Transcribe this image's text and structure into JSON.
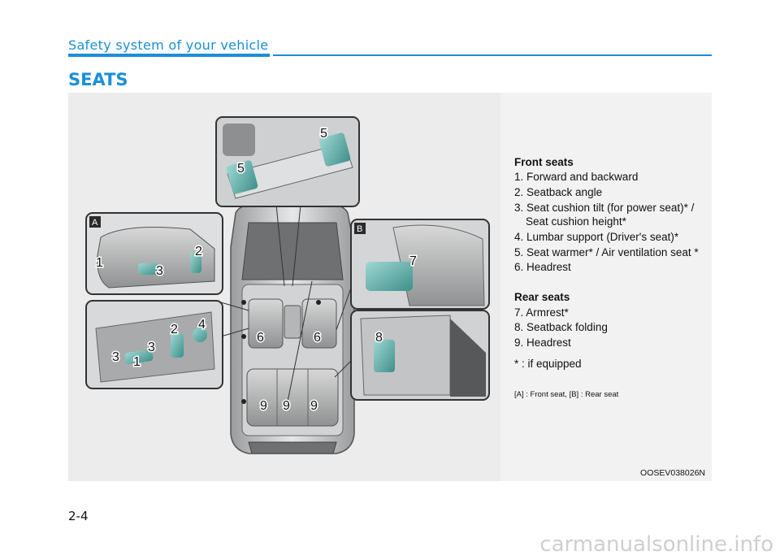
{
  "header": {
    "section_title": "Safety system of your vehicle",
    "page_title": "SEATS"
  },
  "figure": {
    "inset_a_label": "A",
    "inset_b_label": "B",
    "callouts": {
      "inset_top": [
        "5",
        "5"
      ],
      "inset_a": [
        "1",
        "2",
        "3"
      ],
      "inset_a_lower": [
        "2",
        "4",
        "3",
        "3",
        "1"
      ],
      "inset_b": [
        "7"
      ],
      "inset_b_lower": [
        "8"
      ],
      "car": [
        "6",
        "6",
        "9",
        "9",
        "9"
      ]
    },
    "code": "OOSEV038026N"
  },
  "legend": {
    "front_heading": "Front seats",
    "front_items": [
      "1. Forward and backward",
      "2. Seatback angle",
      "3. Seat cushion tilt (for power seat)* /",
      "Seat cushion height*",
      "4. Lumbar support (Driver's seat)*",
      "5. Seat warmer* / Air ventilation seat *",
      "6. Headrest"
    ],
    "rear_heading": "Rear seats",
    "rear_items": [
      "7. Armrest*",
      "8. Seatback folding",
      "9. Headrest"
    ],
    "footnote": "* : if equipped",
    "caption": "[A] : Front seat, [B] : Rear seat"
  },
  "footer": {
    "page_number": "2-4",
    "watermark": "carmanualsonline.info"
  },
  "colors": {
    "accent": "#1a8fd8",
    "callout_teal": "#5fb8b3"
  }
}
